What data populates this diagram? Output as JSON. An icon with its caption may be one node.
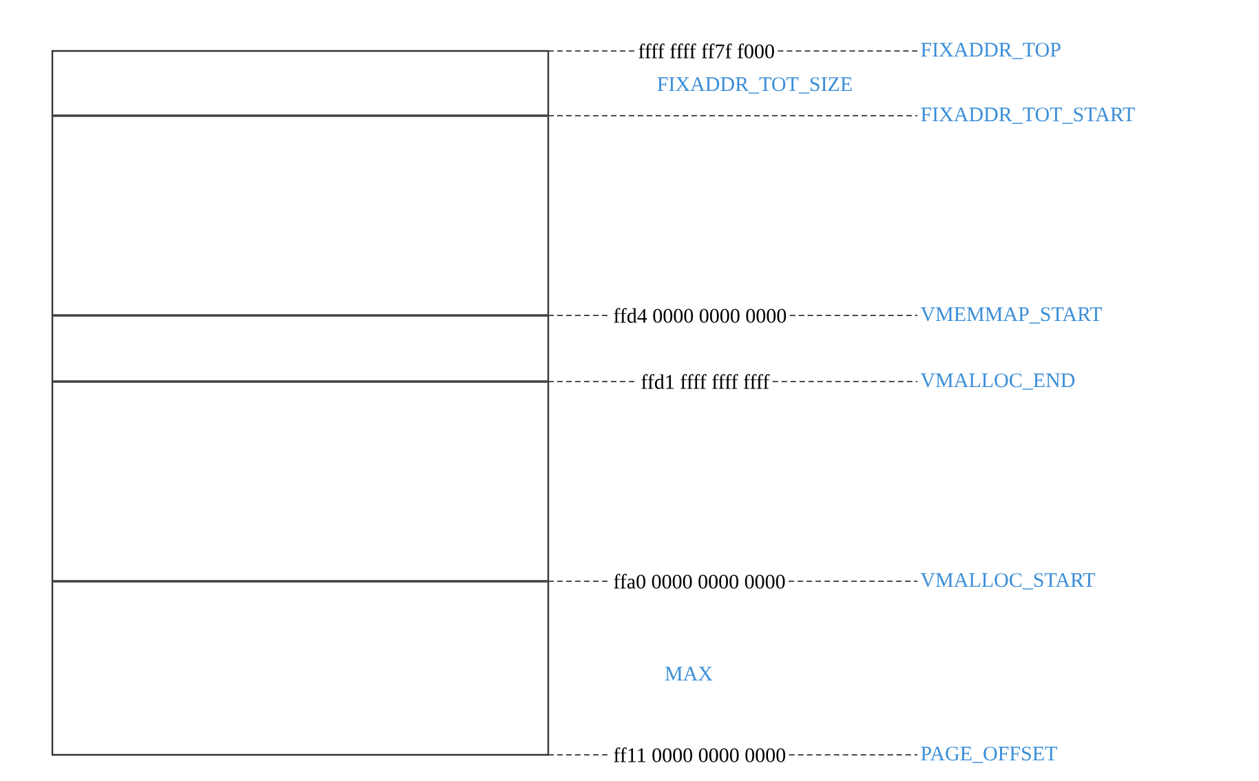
{
  "diagram": {
    "nodes": [
      {
        "text": [
          "ffff ffff ff7f f000"
        ]
      },
      {
        "text": [
          "FIXADDR_TOP"
        ]
      },
      {
        "text": [
          "FIXADDR_TOT_START"
        ]
      },
      {
        "text": [
          "ffd4 0000 0000 0000"
        ]
      },
      {
        "text": [
          "VMEMMAP_START"
        ]
      },
      {
        "text": [
          "ffd1 ffff ffff ffff"
        ]
      },
      {
        "text": [
          "VMALLOC_END"
        ]
      },
      {
        "text": [
          "ffa0 0000 0000 0000"
        ]
      },
      {
        "text": [
          "VMALLOC_START"
        ]
      },
      {
        "text": [
          "ff11 0000 0000 0000"
        ]
      },
      {
        "text": [
          "PAGE_OFFSET"
        ]
      }
    ],
    "edges": [
      {
        "from": null,
        "to": 0,
        "arrow": "none",
        "style": "dashed"
      },
      {
        "from": 0,
        "to": 1,
        "arrow": "none",
        "style": "dashed"
      },
      {
        "from": null,
        "to": 2,
        "arrow": "none",
        "style": "dashed"
      },
      {
        "from": null,
        "to": 3,
        "arrow": "none",
        "style": "dashed"
      },
      {
        "from": 3,
        "to": 4,
        "arrow": "none",
        "style": "dashed"
      },
      {
        "from": null,
        "to": 5,
        "arrow": "none",
        "style": "dashed"
      },
      {
        "from": 5,
        "to": 6,
        "arrow": "none",
        "style": "dashed"
      },
      {
        "from": null,
        "to": 7,
        "arrow": "none",
        "style": "dashed"
      },
      {
        "from": 7,
        "to": 8,
        "arrow": "none",
        "style": "dashed"
      },
      {
        "from": null,
        "to": 9,
        "arrow": "none",
        "style": "dashed"
      },
      {
        "from": 9,
        "to": 10,
        "arrow": "none",
        "style": "dashed"
      }
    ],
    "labels": [
      "FIXADDR_TOT_SIZE",
      "MAX"
    ]
  }
}
